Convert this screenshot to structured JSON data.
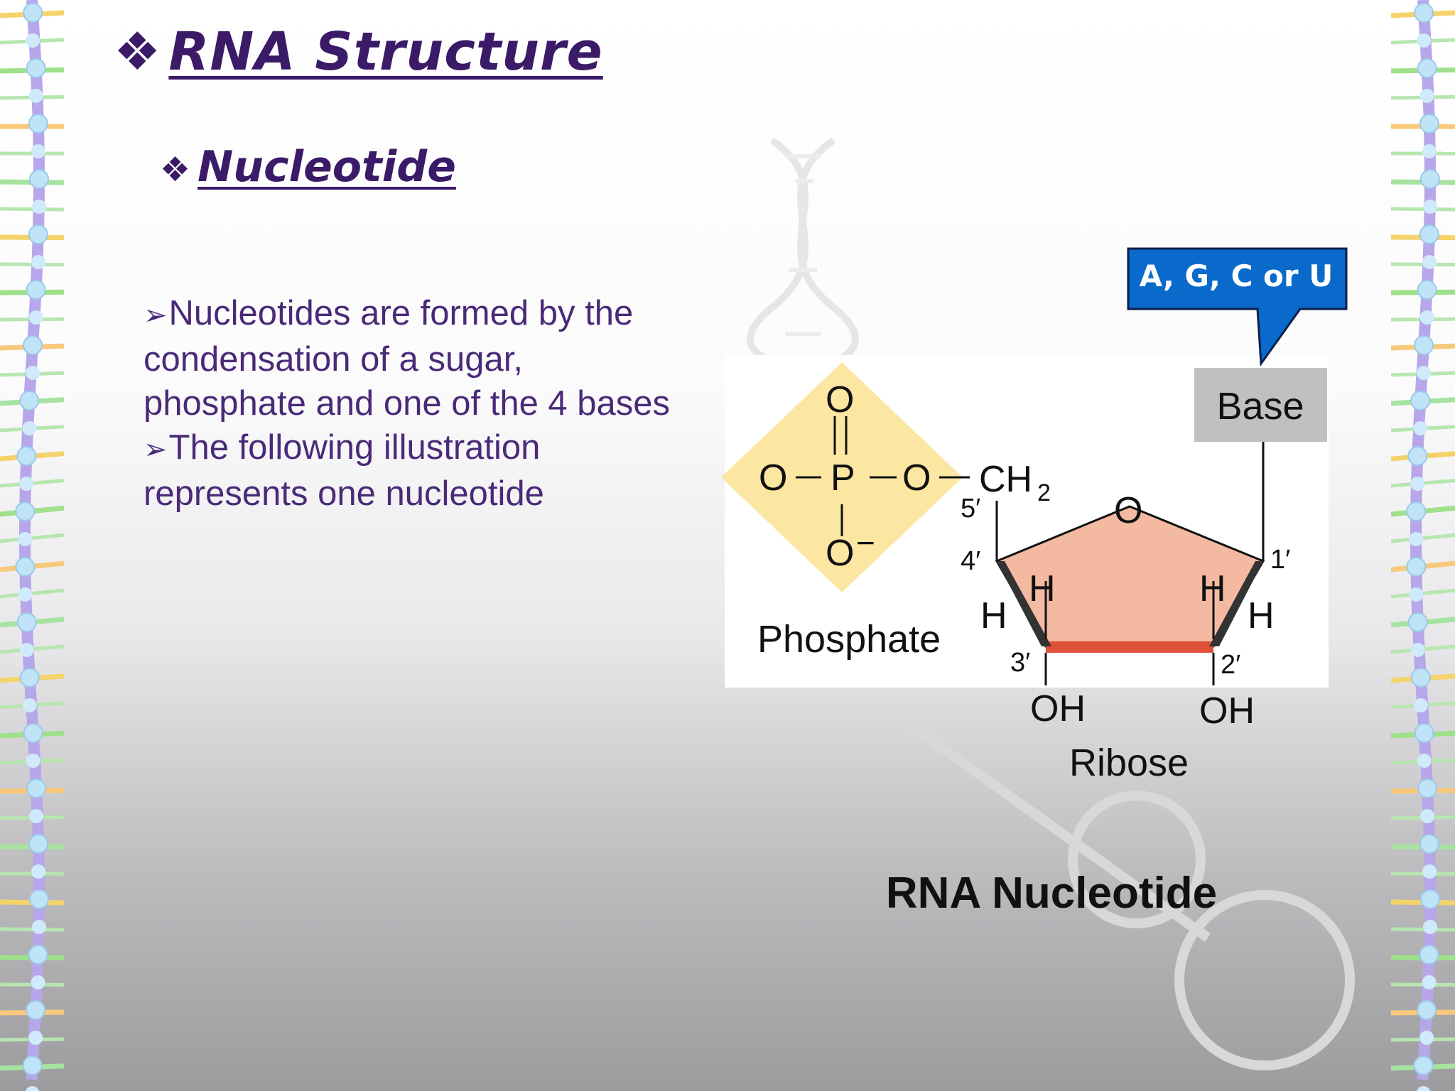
{
  "slide": {
    "title": "RNA Structure",
    "subtitle": "Nucleotide",
    "bullet_glyph": "❖",
    "arrow_glyph": "➢",
    "body": {
      "point1": "Nucleotides are formed by the condensation of a sugar, phosphate and one of the 4 bases",
      "point2": "The following illustration represents one nucleotide"
    },
    "caption": "RNA Nucleotide"
  },
  "diagram": {
    "callout": "A, G, C or U",
    "base": "Base",
    "phosphate_label": "Phosphate",
    "ribose_label": "Ribose",
    "atoms": {
      "o_top": "O",
      "o_left": "O",
      "p": "P",
      "o_right": "O",
      "o_bottom": "O",
      "minus": "−",
      "ch": "CH",
      "sub2": "2",
      "ring_o": "O",
      "h_in_left": "H",
      "h_in_right": "H",
      "h_out_left": "H",
      "h_out_right": "H",
      "oh_left": "OH",
      "oh_right": "OH"
    },
    "carbons": {
      "c5": "5′",
      "c4": "4′",
      "c3": "3′",
      "c2": "2′",
      "c1": "1′"
    }
  },
  "colors": {
    "heading": "#3b1a67",
    "body_text": "#4a2a78",
    "callout_bg": "#0a6acb",
    "base_box": "#c0c0c3",
    "phosphate_diamond": "#fbe6a2",
    "ribose_fill": "#f4b9a1",
    "ribose_edge": "#e05038"
  }
}
